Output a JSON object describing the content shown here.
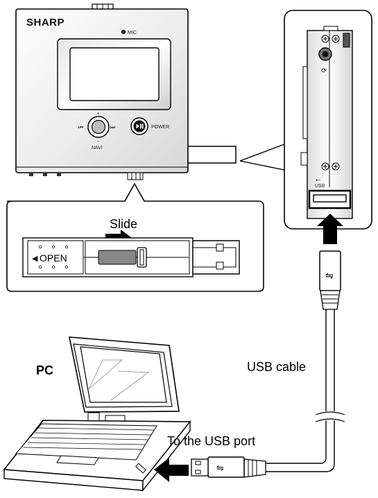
{
  "device": {
    "brand": "SHARP",
    "mic_label": "MIC",
    "power_label": "POWER",
    "navi_label": "NAVI",
    "plus_sign": "+",
    "minus_sign": "−",
    "prev_symbol": "⏮",
    "next_symbol": "⏭"
  },
  "side_view": {
    "usb_symbol": "⭠",
    "usb_label": "USB"
  },
  "connector_detail": {
    "slide_label": "Slide",
    "open_label": "OPEN"
  },
  "cable": {
    "label": "USB cable"
  },
  "pc": {
    "label": "PC",
    "port_label": "To the USB port"
  },
  "colors": {
    "stroke": "#000000",
    "device_fill": "#f2f2f2",
    "screen_fill": "#ffffff",
    "arrow_fill": "#000000"
  }
}
